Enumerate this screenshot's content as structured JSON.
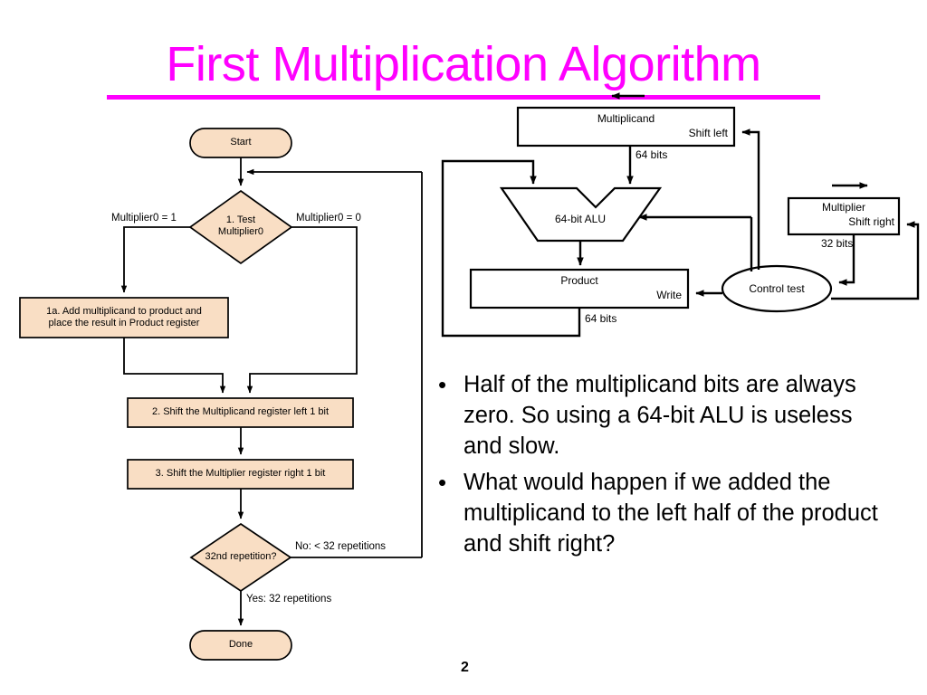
{
  "slide": {
    "title": "First Multiplication Algorithm",
    "title_color": "#FF00FF",
    "number": "2",
    "background": "#FFFFFF"
  },
  "flowchart": {
    "fill_color": "#F9DEC4",
    "stroke_color": "#000000",
    "nodes": [
      {
        "id": "start",
        "shape": "stadium",
        "label": "Start"
      },
      {
        "id": "test",
        "shape": "diamond",
        "label": "1. Test\nMultiplier0"
      },
      {
        "id": "step1a",
        "shape": "rect",
        "label": "1a. Add multiplicand to product and\nplace the result in Product register"
      },
      {
        "id": "step2",
        "shape": "rect",
        "label": "2. Shift the Multiplicand register left 1 bit"
      },
      {
        "id": "step3",
        "shape": "rect",
        "label": "3. Shift the Multiplier register right 1 bit"
      },
      {
        "id": "repetition",
        "shape": "diamond",
        "label": "32nd repetition?"
      },
      {
        "id": "done",
        "shape": "stadium",
        "label": "Done"
      }
    ],
    "edge_labels": [
      {
        "id": "mult0-eq-1",
        "text": "Multiplier0 = 1"
      },
      {
        "id": "mult0-eq-0",
        "text": "Multiplier0 = 0"
      },
      {
        "id": "no-branch",
        "text": "No:  < 32 repetitions"
      },
      {
        "id": "yes-branch",
        "text": "Yes:  32 repetitions"
      }
    ]
  },
  "hardware": {
    "stroke_color": "#000000",
    "fill_color": "#FFFFFF",
    "blocks": [
      {
        "id": "multiplicand",
        "shape": "rect",
        "title": "Multiplicand",
        "sub": "Shift left"
      },
      {
        "id": "alu",
        "shape": "alu",
        "title": "64-bit ALU",
        "sub": ""
      },
      {
        "id": "product",
        "shape": "rect",
        "title": "Product",
        "sub": "Write"
      },
      {
        "id": "multiplier",
        "shape": "rect",
        "title": "Multiplier",
        "sub": "Shift right"
      },
      {
        "id": "control",
        "shape": "ellipse",
        "title": "Control test",
        "sub": ""
      }
    ],
    "bus_labels": [
      {
        "id": "multiplicand-width",
        "text": "64 bits"
      },
      {
        "id": "product-width",
        "text": "64 bits"
      },
      {
        "id": "multiplier-width",
        "text": "32 bits"
      }
    ]
  },
  "bullets": [
    {
      "marker": "•",
      "text": "Half of the multiplicand bits are always zero. So using a 64-bit ALU is useless and slow."
    },
    {
      "marker": "•",
      "text": "What would happen if we added the multiplicand to the left half of the product and shift right?"
    }
  ]
}
